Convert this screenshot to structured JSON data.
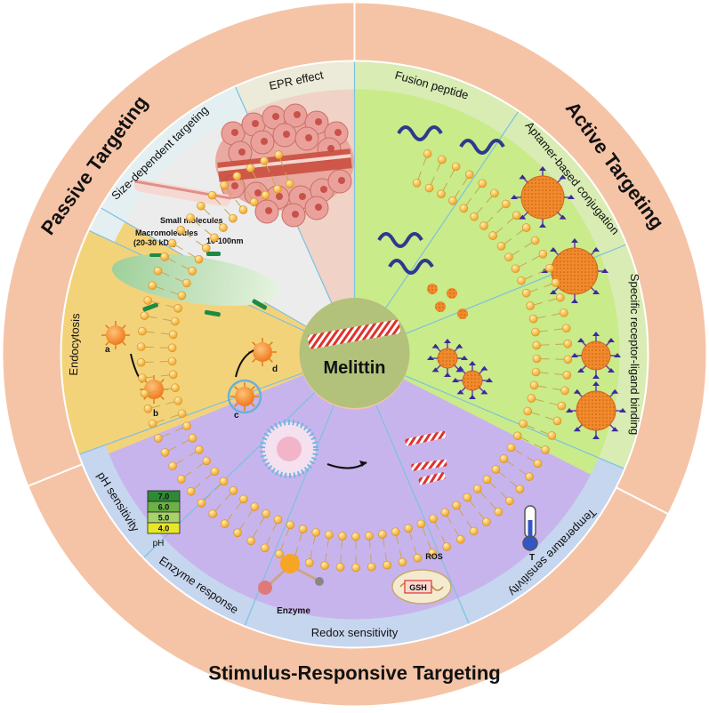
{
  "center": {
    "label": "Melittin"
  },
  "outer_ring": {
    "passive": "Passive Targeting",
    "active": "Active Targeting",
    "stimulus": "Stimulus-Responsive Targeting"
  },
  "middle_ring": {
    "size_dependent": "Size-dependent targeting",
    "epr": "EPR effect",
    "fusion": "Fusion peptide",
    "aptamer": "Aptamer-based conjugation",
    "receptor": "Specific receptor-ligand binding",
    "temperature": "Temperature sensitivity",
    "redox": "Redox sensitivity",
    "enzyme": "Enzyme response",
    "ph": "pH sensitivity",
    "endocytosis": "Endocytosis"
  },
  "size_panel": {
    "small": "Small molecules",
    "macro": "Macromolecules",
    "macro_range": "(20-30 kDa)",
    "nano": "10-100nm"
  },
  "endocytosis_steps": [
    "a",
    "b",
    "c",
    "d"
  ],
  "ph_scale": [
    "7.0",
    "6.0",
    "5.0",
    "4.0"
  ],
  "ph_label": "pH",
  "enzyme_label": "Enzyme",
  "redox_labels": {
    "ros": "ROS",
    "gsh": "GSH"
  },
  "temperature_label": "T",
  "colors": {
    "outer_ring": "#f5c4a6",
    "passive_grey": "#ececec",
    "epr_panel": "#f0d2c6",
    "active_green": "#c9eb8a",
    "endocytosis": "#f3d37a",
    "stimulus_purple": "#c8b4ec",
    "tab_blue": "#c6d6ee",
    "center": "#b3c27a",
    "particle": "#f18a30",
    "lipid_head": "#f6b73c",
    "melittin_red": "#e0322c"
  }
}
